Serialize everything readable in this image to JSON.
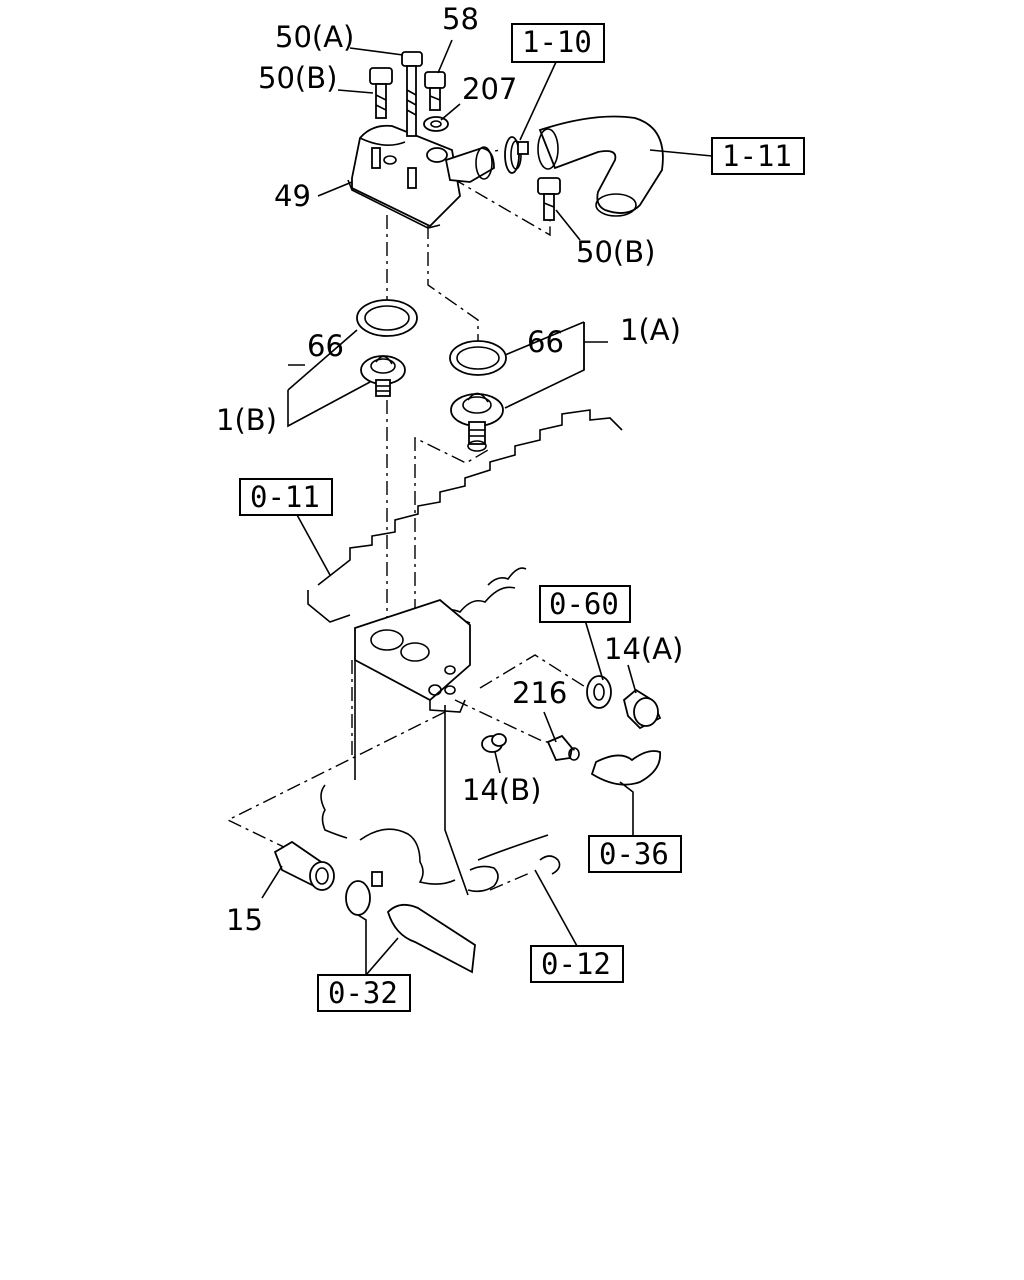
{
  "part_labels": {
    "p50a": "50(A)",
    "p58": "58",
    "p50b_top": "50(B)",
    "p207": "207",
    "p49": "49",
    "p50b_right": "50(B)",
    "p66_left": "66",
    "p66_right": "66",
    "p1a": "1(A)",
    "p1b": "1(B)",
    "p14a": "14(A)",
    "p216": "216",
    "p14b": "14(B)",
    "p15": "15"
  },
  "ref_boxes": {
    "r1_10": "1-10",
    "r1_11": "1-11",
    "r0_11": "0-11",
    "r0_60": "0-60",
    "r0_36": "0-36",
    "r0_12": "0-12",
    "r0_32": "0-32"
  }
}
